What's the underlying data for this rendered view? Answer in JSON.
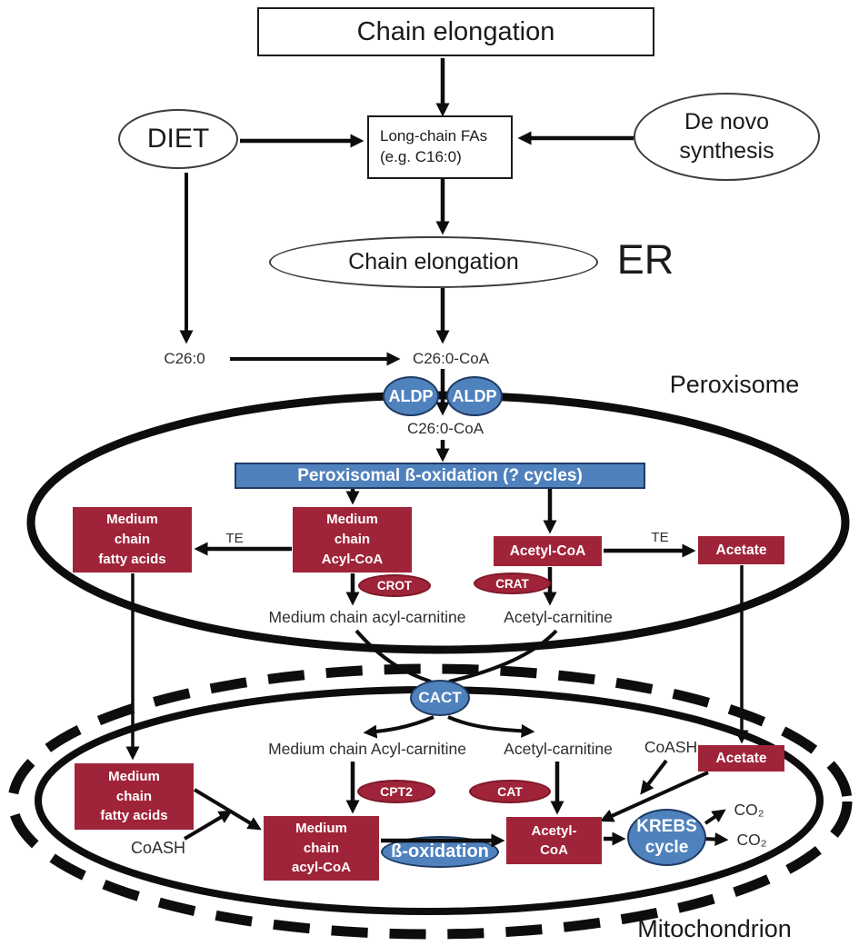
{
  "colors": {
    "node_red": "#a02439",
    "enzyme_blue": "#4f81bd",
    "membrane_black": "#0d0d0d"
  },
  "top": {
    "title": "Chain elongation",
    "diet": "DIET",
    "de_novo": "De novo\nsynthesis",
    "long_chain": "Long-chain FAs\n(e.g. C16:0)",
    "chain_elongation_er": "Chain elongation",
    "er": "ER",
    "c26": "C26:0",
    "c26_coa": "C26:0-CoA"
  },
  "peroxisome": {
    "label": "Peroxisome",
    "aldp": "ALDP",
    "c26_coa": "C26:0-CoA",
    "beta_oxidation_bar": "Peroxisomal ß-oxidation (? cycles)",
    "medium_chain_fatty_acids": "Medium\nchain\nfatty acids",
    "medium_chain_acyl_coa": "Medium\nchain\nAcyl-CoA",
    "te_left": "TE",
    "te_right": "TE",
    "acetyl_coa": "Acetyl-CoA",
    "acetate": "Acetate",
    "crot": "CROT",
    "crat": "CRAT",
    "medium_chain_acyl_carnitine": "Medium chain acyl-carnitine",
    "acetyl_carnitine": "Acetyl-carnitine"
  },
  "transporter": {
    "cact": "CACT"
  },
  "mitochondrion": {
    "label": "Mitochondrion",
    "medium_chain_acyl_carnitine": "Medium chain Acyl-carnitine",
    "acetyl_carnitine": "Acetyl-carnitine",
    "cpt2": "CPT2",
    "cat": "CAT",
    "coash_right": "CoASH",
    "acetate": "Acetate",
    "medium_chain_fatty_acids": "Medium\nchain\nfatty acids",
    "coash_left": "CoASH",
    "medium_chain_acyl_coa": "Medium\nchain\nacyl-CoA",
    "beta_oxidation": "ß-oxidation",
    "acetyl_coa": "Acetyl-\nCoA",
    "krebs_cycle": "KREBS\ncycle",
    "co2_top": "CO₂",
    "co2_bottom": "CO₂"
  }
}
